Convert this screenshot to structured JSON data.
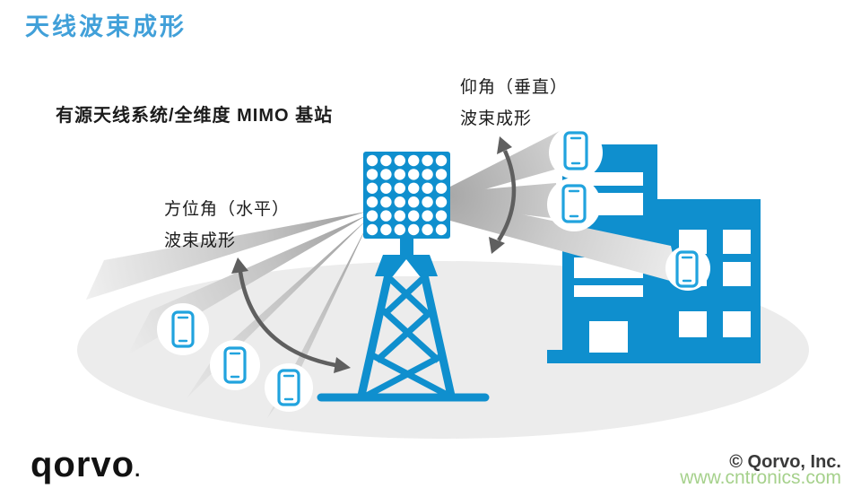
{
  "slide": {
    "title": "天线波束成形",
    "diagram": {
      "base_station_label": "有源天线系统/全维度  MIMO  基站",
      "elevation_label_line1": "仰角（垂直）",
      "elevation_label_line2": "波束成形",
      "azimuth_label_line1": "方位角（水平）",
      "azimuth_label_line2": "波束成形",
      "antenna": {
        "rows": 6,
        "cols": 6
      },
      "phones_left_count": 3,
      "phones_building_count": 3
    },
    "footer": {
      "logo_text": "Qorvo",
      "logo_suffix": ".",
      "copyright": "© Qorvo, Inc.",
      "watermark": "www.cntronics.com"
    },
    "colors": {
      "accent_blue": "#0f8fce",
      "title_blue": "#41a0d9",
      "phone_blue": "#21a3de",
      "arrow_gray": "#5f5f5f",
      "ground_gray": "#ececec",
      "beam_gray": "#a5a5a5",
      "logo_black": "#121212",
      "copyright_gray": "#3a3a3a",
      "watermark_green": "#a6d18c",
      "label_black": "#1c1c1c"
    }
  }
}
